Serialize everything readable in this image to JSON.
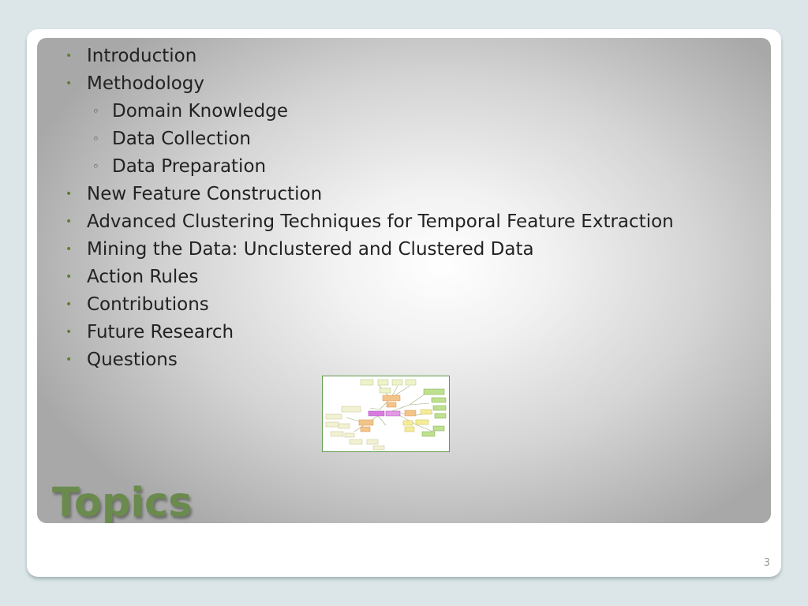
{
  "slide": {
    "title": "Topics",
    "page_number": "3",
    "items": [
      {
        "label": "Introduction",
        "level": 1
      },
      {
        "label": "Methodology",
        "level": 1
      },
      {
        "label": "Domain Knowledge",
        "level": 2
      },
      {
        "label": "Data Collection",
        "level": 2
      },
      {
        "label": "Data Preparation",
        "level": 2
      },
      {
        "label": "New Feature Construction",
        "level": 1
      },
      {
        "label": "Advanced Clustering Techniques for Temporal Feature Extraction",
        "level": 1
      },
      {
        "label": "Mining the Data:  Unclustered and Clustered Data",
        "level": 1
      },
      {
        "label": "Action Rules",
        "level": 1
      },
      {
        "label": "Contributions",
        "level": 1
      },
      {
        "label": "Future Research",
        "level": 1
      },
      {
        "label": "Questions",
        "level": 1
      }
    ],
    "bullets": {
      "level1": "•",
      "level2": "◦"
    }
  },
  "colors": {
    "accent": "#6a8a4e",
    "background": "#dce6e9"
  }
}
